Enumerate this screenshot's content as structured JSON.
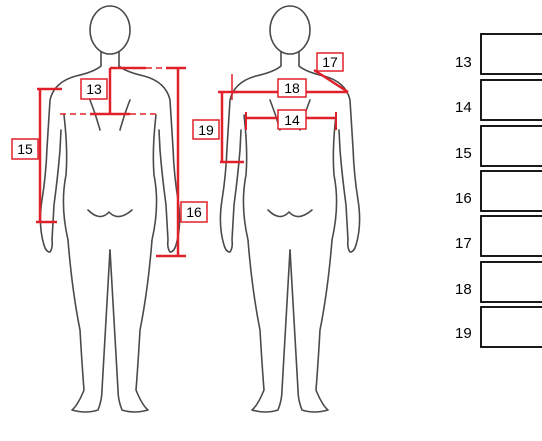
{
  "colors": {
    "measure": "#e0202a",
    "outline": "#4a4a4a",
    "text": "#000000"
  },
  "back_figure_labels": {
    "m13": "13",
    "m15": "15",
    "m16": "16"
  },
  "front_figure_labels": {
    "m14": "14",
    "m17": "17",
    "m18": "18",
    "m19": "19"
  },
  "answer_rows": [
    {
      "number": "13",
      "value": ""
    },
    {
      "number": "14",
      "value": ""
    },
    {
      "number": "15",
      "value": ""
    },
    {
      "number": "16",
      "value": ""
    },
    {
      "number": "17",
      "value": ""
    },
    {
      "number": "18",
      "value": ""
    },
    {
      "number": "19",
      "value": ""
    }
  ]
}
